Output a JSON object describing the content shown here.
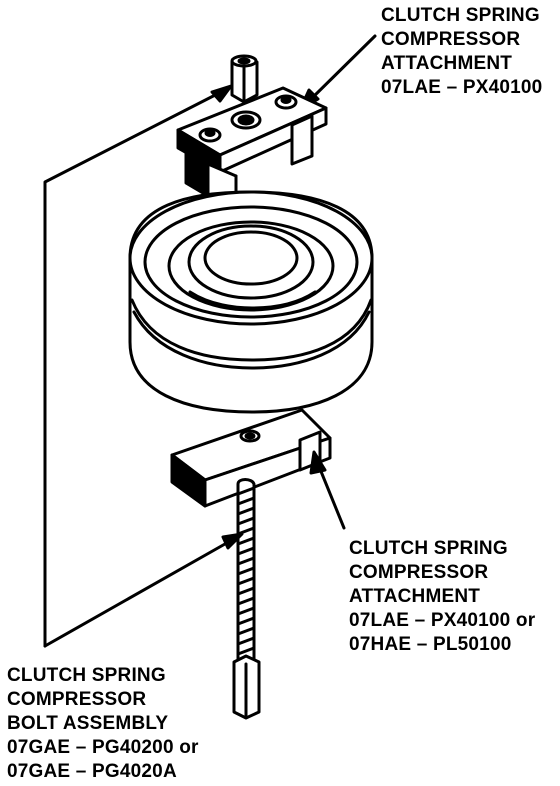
{
  "labels": {
    "top": {
      "line1": "CLUTCH SPRING",
      "line2": "COMPRESSOR",
      "line3": "ATTACHMENT",
      "line4": "07LAE – PX40100"
    },
    "middle": {
      "line1": "CLUTCH SPRING",
      "line2": "COMPRESSOR",
      "line3": "ATTACHMENT",
      "line4": "07LAE – PX40100 or",
      "line5": "07HAE – PL50100"
    },
    "bottom": {
      "line1": "CLUTCH SPRING",
      "line2": "COMPRESSOR",
      "line3": "BOLT ASSEMBLY",
      "line4": "07GAE – PG40200 or",
      "line5": "07GAE – PG4020A"
    }
  },
  "colors": {
    "ink": "#000000",
    "paper": "#ffffff"
  }
}
